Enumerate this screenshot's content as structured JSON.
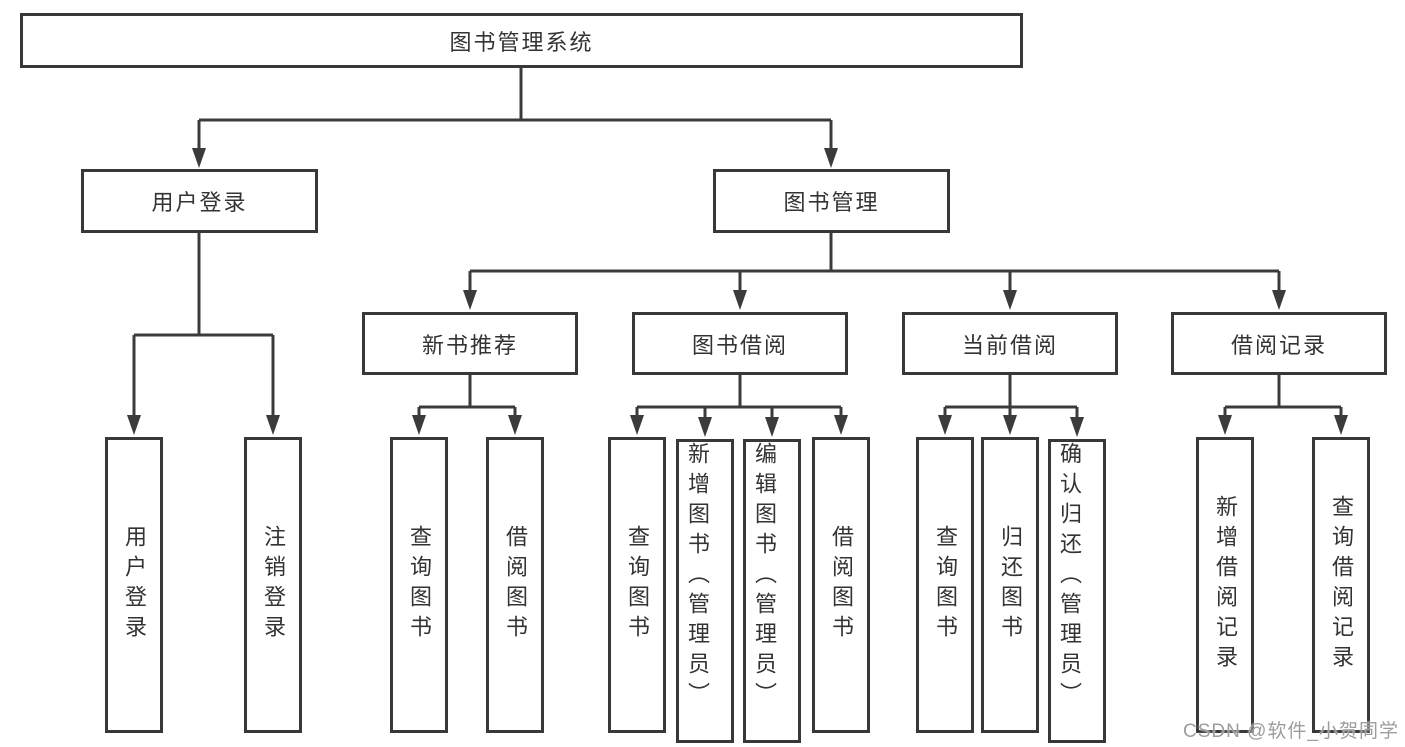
{
  "tree": {
    "root": "图书管理系统",
    "children": [
      {
        "label": "用户登录",
        "children": [
          {
            "label": "用户登录"
          },
          {
            "label": "注销登录"
          }
        ]
      },
      {
        "label": "图书管理",
        "children": [
          {
            "label": "新书推荐",
            "children": [
              {
                "label": "查询图书"
              },
              {
                "label": "借阅图书"
              }
            ]
          },
          {
            "label": "图书借阅",
            "children": [
              {
                "label": "查询图书"
              },
              {
                "label": "新增图书（管理员）"
              },
              {
                "label": "编辑图书（管理员）"
              },
              {
                "label": "借阅图书"
              }
            ]
          },
          {
            "label": "当前借阅",
            "children": [
              {
                "label": "查询图书"
              },
              {
                "label": "归还图书"
              },
              {
                "label": "确认归还（管理员）"
              }
            ]
          },
          {
            "label": "借阅记录",
            "children": [
              {
                "label": "新增借阅记录"
              },
              {
                "label": "查询借阅记录"
              }
            ]
          }
        ]
      }
    ]
  },
  "watermark": {
    "text": "CSDN @软件_小贺同学"
  },
  "colors": {
    "line": "#3b3b3b",
    "box_border": "#383838",
    "box_fill": "#ffffff",
    "text": "#333333",
    "watermark": "#9d9d9d",
    "background": "#ffffff"
  }
}
